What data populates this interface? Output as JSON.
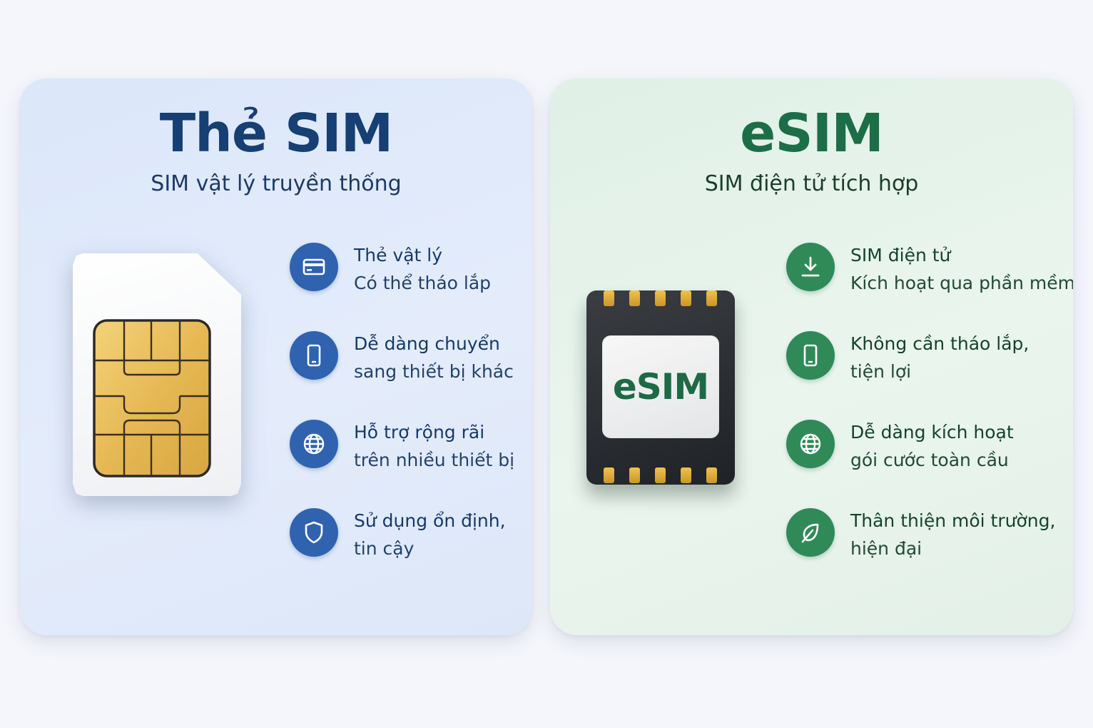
{
  "left": {
    "title": "Thẻ SIM",
    "subtitle": "SIM vật lý truyền thống",
    "features": [
      {
        "icon": "credit-card-icon",
        "line1": "Thẻ vật lý",
        "line2": "Có thể tháo lắp"
      },
      {
        "icon": "smartphone-icon",
        "line1": "Dễ dàng chuyển",
        "line2": "sang thiết bị khác"
      },
      {
        "icon": "globe-icon",
        "line1": "Hỗ trợ rộng rãi",
        "line2": "trên nhiều thiết bị"
      },
      {
        "icon": "shield-icon",
        "line1": "Sử dụng ổn định,",
        "line2": "tin cậy"
      }
    ]
  },
  "right": {
    "title": "eSIM",
    "subtitle": "SIM điện tử tích hợp",
    "chip_label": "eSIM",
    "features": [
      {
        "icon": "download-icon",
        "line1": "SIM điện tử",
        "line2": "Kích hoạt qua phần mềm"
      },
      {
        "icon": "smartphone-icon",
        "line1": "Không cần tháo lắp,",
        "line2": "tiện lợi"
      },
      {
        "icon": "globe-icon",
        "line1": "Dễ dàng kích hoạt",
        "line2": "gói cước toàn cầu"
      },
      {
        "icon": "leaf-icon",
        "line1": "Thân thiện môi trường,",
        "line2": "hiện đại"
      }
    ]
  },
  "colors": {
    "left_accent": "#2f63b0",
    "left_title": "#163f73",
    "right_accent": "#2f8a58",
    "right_title": "#1c6e47",
    "chip_gold": "#e8bb4a"
  }
}
